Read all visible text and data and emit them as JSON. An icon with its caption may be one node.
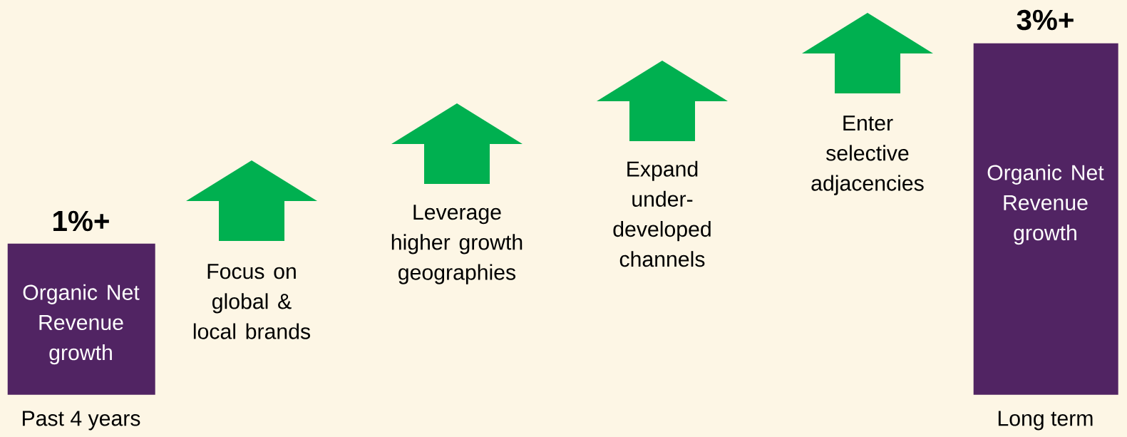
{
  "diagram": {
    "nodes": [
      {
        "text": [
          "Organic Net Revenue growth"
        ],
        "beside": [
          "1%+",
          "Past 4 years"
        ]
      },
      {
        "text": [
          "Organic Net Revenue growth"
        ],
        "beside": [
          "3%+",
          "Long term"
        ]
      }
    ],
    "labels": [
      "Focus on global & local brands",
      "Leverage higher growth geographies",
      "Expand under-developed channels",
      "Enter selective adjacencies"
    ]
  }
}
